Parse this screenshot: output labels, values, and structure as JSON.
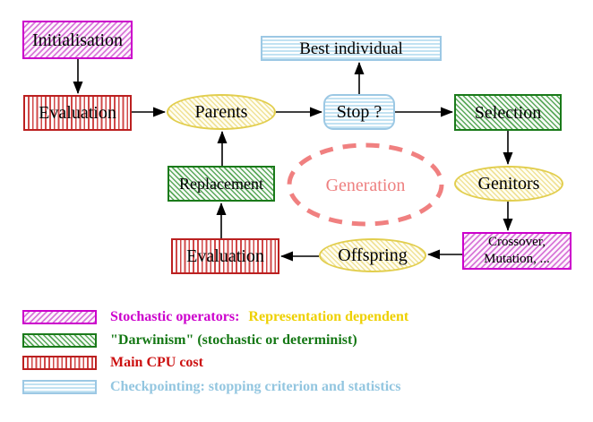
{
  "nodes": {
    "initialisation": {
      "label": "Initialisation"
    },
    "evaluation_top": {
      "label": "Evaluation"
    },
    "parents": {
      "label": "Parents"
    },
    "best_individual": {
      "label": "Best individual"
    },
    "stop": {
      "label": "Stop ?"
    },
    "selection": {
      "label": "Selection"
    },
    "replacement": {
      "label": "Replacement"
    },
    "generation": {
      "label": "Generation"
    },
    "genitors": {
      "label": "Genitors"
    },
    "evaluation_bottom": {
      "label": "Evaluation"
    },
    "offspring": {
      "label": "Offspring"
    },
    "crossover_mutation": {
      "line1": "Crossover,",
      "line2": "Mutation, ..."
    }
  },
  "edges": [
    {
      "from": "initialisation",
      "to": "evaluation_top"
    },
    {
      "from": "evaluation_top",
      "to": "parents"
    },
    {
      "from": "parents",
      "to": "stop"
    },
    {
      "from": "stop",
      "to": "best_individual"
    },
    {
      "from": "stop",
      "to": "selection"
    },
    {
      "from": "selection",
      "to": "genitors"
    },
    {
      "from": "genitors",
      "to": "crossover_mutation"
    },
    {
      "from": "crossover_mutation",
      "to": "offspring"
    },
    {
      "from": "offspring",
      "to": "evaluation_bottom"
    },
    {
      "from": "evaluation_bottom",
      "to": "replacement"
    },
    {
      "from": "replacement",
      "to": "parents"
    }
  ],
  "legend": {
    "items": [
      {
        "label": "Stochastic operators:",
        "label_extra": "Representation dependent"
      },
      {
        "label": "\"Darwinism\" (stochastic or determinist)"
      },
      {
        "label": "Main CPU cost"
      },
      {
        "label": "Checkpointing: stopping criterion and statistics"
      }
    ]
  },
  "colors": {
    "magenta_border": "#cc00cc",
    "magenta_hatch": "#d878d8",
    "green_border": "#1a7a1a",
    "green_hatch": "#5aa85a",
    "red_border": "#bb2020",
    "red_stripe": "#d04848",
    "cyan_border": "#9cc8e4",
    "cyan_stripe": "#c2e2f2",
    "yellow_border": "#e2ce4e",
    "yellow_hatch": "#f0e298",
    "generation_dash": "#f08080",
    "generation_text": "#ee8080",
    "legend_magenta_text": "#cc00cc",
    "legend_gold_text": "#eed000",
    "legend_green_text": "#157815",
    "legend_red_text": "#cc1111",
    "legend_cyan_text": "#93c6e0",
    "arrow": "#000000"
  }
}
